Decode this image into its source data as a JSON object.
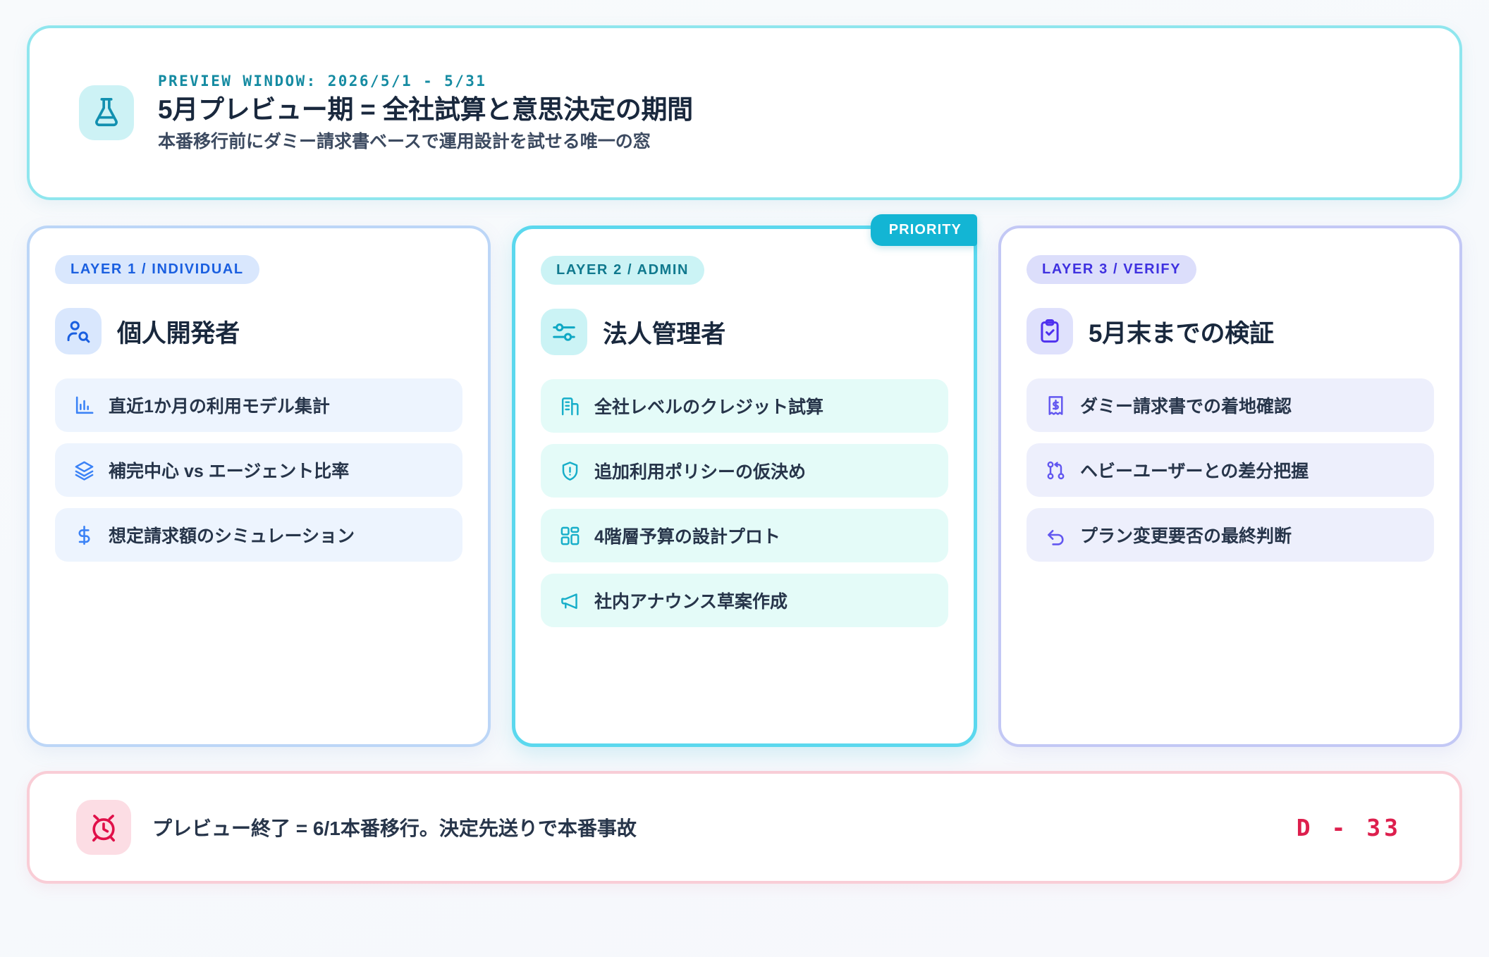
{
  "hero": {
    "kicker": "PREVIEW WINDOW: 2026/5/1 - 5/31",
    "title": "5月プレビュー期 = 全社試算と意思決定の期間",
    "subtitle": "本番移行前にダミー請求書ベースで運用設計を試せる唯一の窓",
    "icon": "flask-icon",
    "border_color": "#8fe6ee",
    "icon_bg": "#cdf2f5",
    "kicker_color": "#158ba2"
  },
  "columns": [
    {
      "chip": "LAYER 1 / INDIVIDUAL",
      "title": "個人開発者",
      "icon": "user-search-icon",
      "accent": "#1a5fe0",
      "border_color": "#bcd6f7",
      "badge": null,
      "items": [
        {
          "label": "直近1か月の利用モデル集計",
          "icon": "bar-chart-icon"
        },
        {
          "label": "補完中心 vs エージェント比率",
          "icon": "layers-icon"
        },
        {
          "label": "想定請求額のシミュレーション",
          "icon": "dollar-sign-icon"
        }
      ]
    },
    {
      "chip": "LAYER 2 / ADMIN",
      "title": "法人管理者",
      "icon": "sliders-icon",
      "accent": "#10798e",
      "border_color": "#5bd8ee",
      "badge": "PRIORITY",
      "items": [
        {
          "label": "全社レベルのクレジット試算",
          "icon": "building-icon"
        },
        {
          "label": "追加利用ポリシーの仮決め",
          "icon": "shield-alert-icon"
        },
        {
          "label": "4階層予算の設計プロト",
          "icon": "layout-grid-icon"
        },
        {
          "label": "社内アナウンス草案作成",
          "icon": "megaphone-icon"
        }
      ]
    },
    {
      "chip": "LAYER 3 / VERIFY",
      "title": "5月末までの検証",
      "icon": "clipboard-check-icon",
      "accent": "#3f31e0",
      "border_color": "#c3c8f5",
      "badge": null,
      "items": [
        {
          "label": "ダミー請求書での着地確認",
          "icon": "receipt-dollar-icon"
        },
        {
          "label": "ヘビーユーザーとの差分把握",
          "icon": "git-compare-icon"
        },
        {
          "label": "プラン変更要否の最終判断",
          "icon": "undo-arrow-icon"
        }
      ]
    }
  ],
  "alert": {
    "icon": "alarm-clock-icon",
    "text": "プレビュー終了 = 6/1本番移行。決定先送りで本番事故",
    "countdown": "D - 33",
    "border_color": "#f9cdd6",
    "icon_bg": "#fcdde4",
    "countdown_color": "#dd1f4d"
  }
}
